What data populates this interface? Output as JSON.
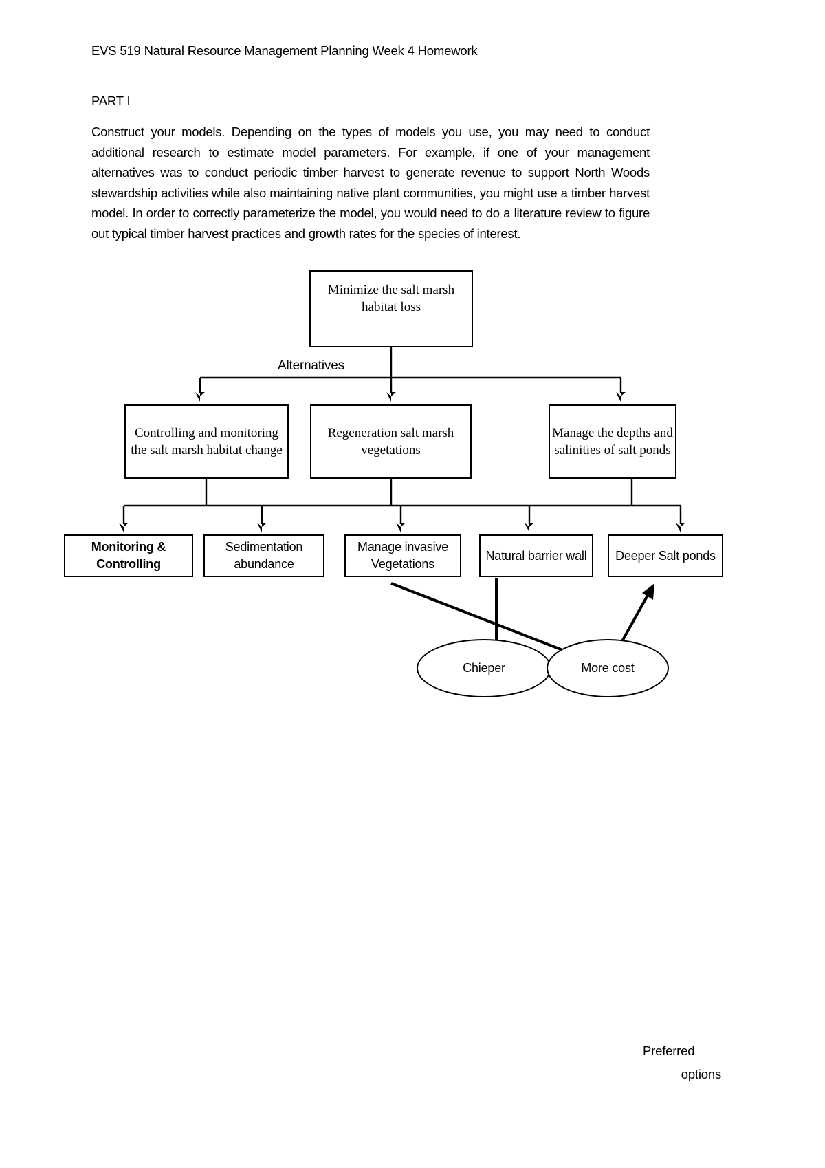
{
  "document": {
    "header": "EVS 519 Natural Resource Management Planning Week 4 Homework",
    "part_label": "PART I",
    "paragraph": "Construct your models. Depending on the types of models you use, you may need to conduct additional research to estimate model parameters. For example, if one of your management alternatives was to conduct periodic timber harvest to generate revenue to support North Woods stewardship activities while also maintaining native plant communities, you might use a timber harvest model. In order to correctly parameterize the model, you would need to do a literature review to figure out typical timber harvest practices and growth rates for the species of interest."
  },
  "diagram": {
    "goal": "Minimize the salt marsh habitat loss",
    "alternatives_label": "Alternatives",
    "alternatives": [
      {
        "label": "Controlling and monitoring the salt marsh habitat change"
      },
      {
        "label": "Regeneration salt marsh vegetations"
      },
      {
        "label": "Manage the depths and salinities of salt ponds"
      }
    ],
    "leaves": [
      {
        "label": "Monitoring & Controlling",
        "bold": true
      },
      {
        "label": "Sedimentation abundance",
        "bold": false
      },
      {
        "label": "Manage invasive Vegetations",
        "bold": false
      },
      {
        "label": "Natural barrier wall",
        "bold": false
      },
      {
        "label": "Deeper Salt ponds",
        "bold": false
      }
    ],
    "consequences": [
      {
        "label": "Chieper"
      },
      {
        "label": "More cost"
      }
    ],
    "footer_note_line1": "Preferred",
    "footer_note_line2": "options"
  },
  "colors": {
    "text": "#000000",
    "stroke": "#000000",
    "background": "#ffffff"
  }
}
